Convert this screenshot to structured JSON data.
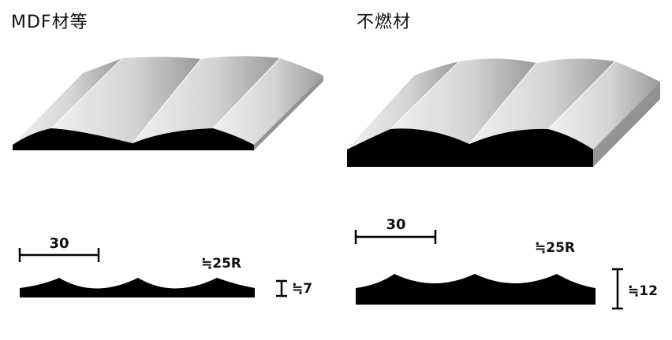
{
  "left_panel": {
    "title": "MDF材等",
    "width_label": "30",
    "radius_label": "≒25R",
    "thickness_label": "≒7"
  },
  "right_panel": {
    "title": "不燃材",
    "width_label": "30",
    "radius_label": "≒25R",
    "thickness_label": "≒12"
  },
  "colors": {
    "surface_light": "#e6e6e6",
    "surface_shade": "#9e9e9e",
    "side_face": "#8c8c8c",
    "core": "#000000"
  }
}
